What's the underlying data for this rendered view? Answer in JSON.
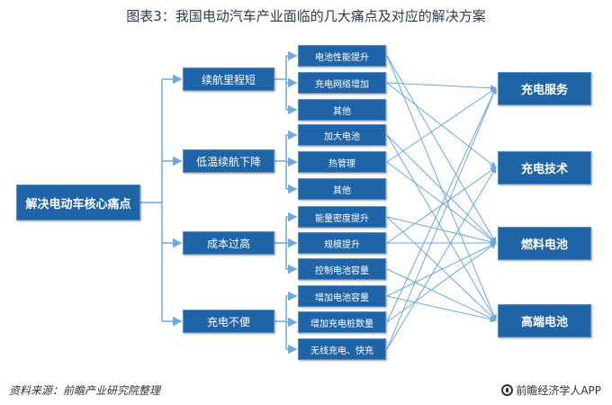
{
  "title": "图表3：我国电动汽车产业面临的几大痛点及对应的解决方案",
  "root": "解决电动车核心痛点",
  "categories": [
    "续航里程短",
    "低温续航下降",
    "成本过高",
    "充电不便"
  ],
  "solutions": [
    "电池性能提升",
    "充电网络增加",
    "其他",
    "加大电池",
    "热管理",
    "其他",
    "能量密度提升",
    "规模提升",
    "控制电池容量",
    "增加电池容量",
    "增加充电桩数量",
    "无线充电、快充"
  ],
  "outcomes": [
    "充电服务",
    "充电技术",
    "燃料电池",
    "高端电池"
  ],
  "source": "资料来源：前瞻产业研究院整理",
  "brand": "前瞻经济学人APP",
  "colors": {
    "box": "#1f64a6",
    "line": "#6ea8dc",
    "title": "#2b3a4a"
  }
}
